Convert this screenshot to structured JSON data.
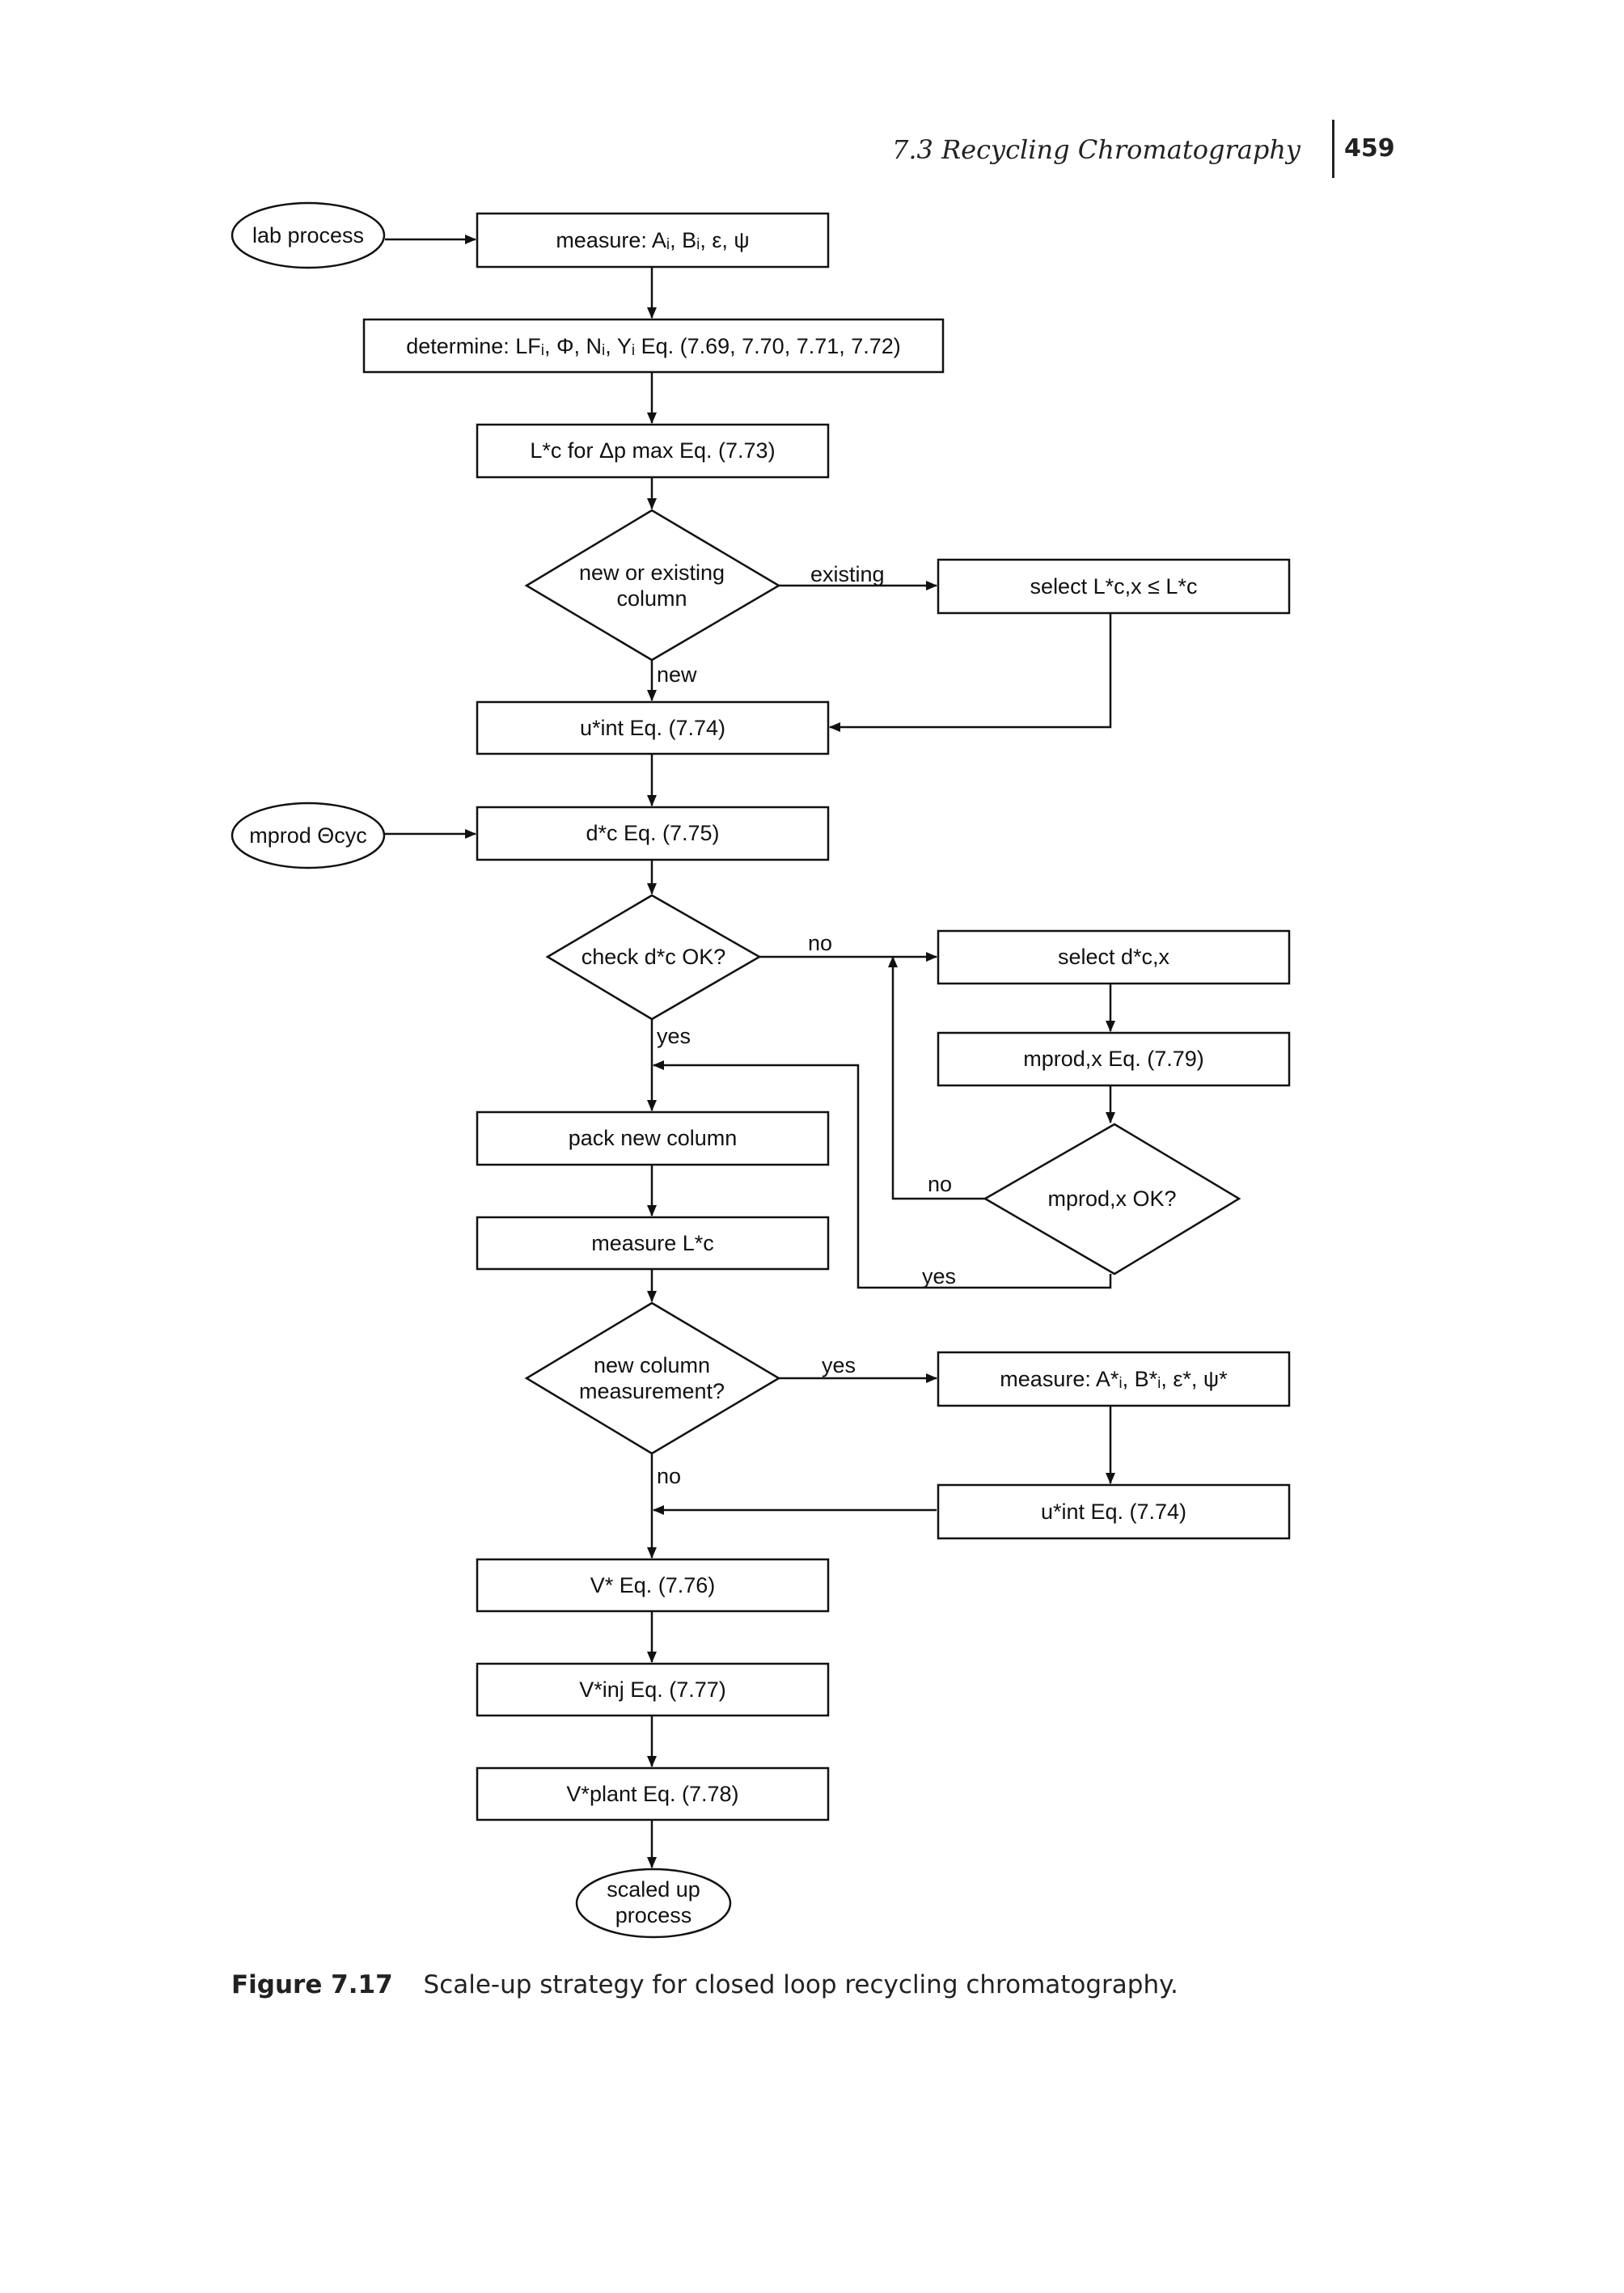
{
  "header": {
    "section_title": "7.3  Recycling Chromatography",
    "page_number": "459"
  },
  "nodes": {
    "lab_process": "lab process",
    "measure": "measure: Aᵢ, Bᵢ, ε, ψ",
    "determine": "determine: LFᵢ, Φ, Nᵢ, Yᵢ Eq. (7.69, 7.70, 7.71, 7.72)",
    "lc": "L*c for Δp max Eq. (7.73)",
    "new_or_existing": [
      "new or existing",
      "column"
    ],
    "select_lcx": "select L*c,x ≤ L*c",
    "uint_1": "u*int   Eq. (7.74)",
    "mprod_theta": "mprod Θcyc",
    "dc": "d*c     Eq. (7.75)",
    "check_dc": "check d*c  OK?",
    "select_dcx": "select d*c,x",
    "mprodx_eq": "mprod,x  Eq. (7.79)",
    "pack": "pack new column",
    "mprodx_ok": "mprod,x OK?",
    "measure_lc": "measure L*c",
    "new_col_meas": [
      "new column",
      "measurement?"
    ],
    "measure_star": "measure: A*ᵢ, B*ᵢ, ε*, ψ*",
    "uint_2": "u*int   Eq. (7.74)",
    "v_star": "V*  Eq. (7.76)",
    "v_inj": "V*inj Eq. (7.77)",
    "v_plant": "V*plant Eq. (7.78)",
    "scaled_up": [
      "scaled up",
      "process"
    ]
  },
  "edge_labels": {
    "existing": "existing",
    "new": "new",
    "no_1": "no",
    "yes_1": "yes",
    "no_2": "no",
    "yes_2": "yes",
    "yes_3": "yes",
    "no_3": "no"
  },
  "caption": {
    "label": "Figure 7.17",
    "text": "Scale-up strategy for closed loop recycling chromatography."
  }
}
